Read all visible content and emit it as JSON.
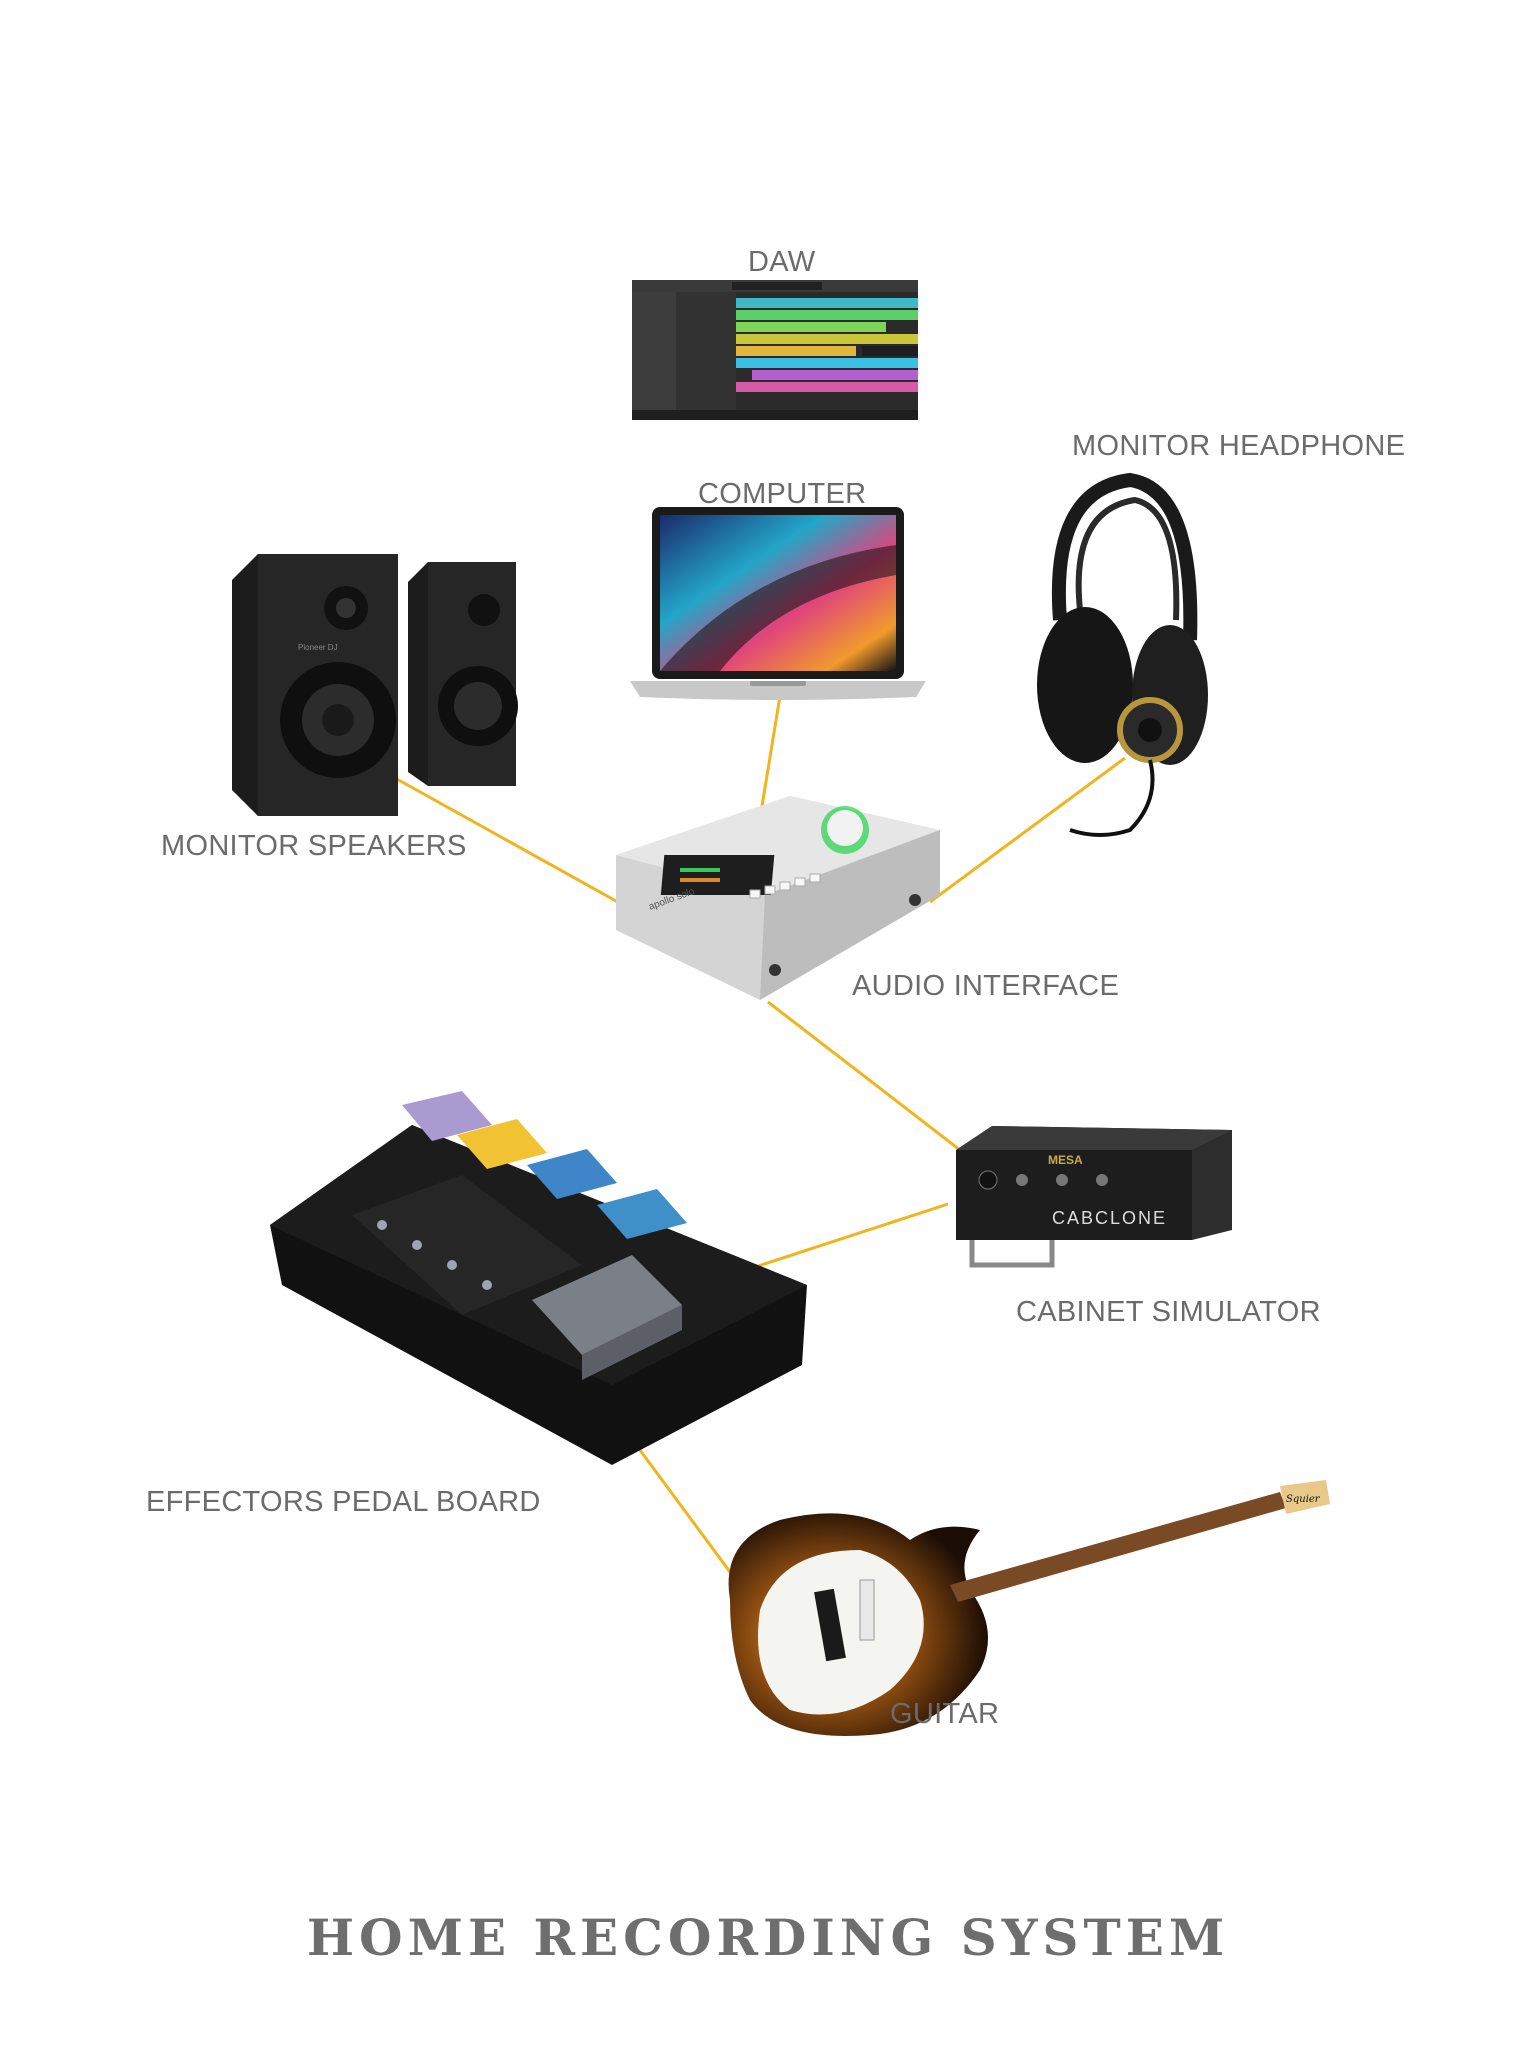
{
  "labels": {
    "daw": "DAW",
    "computer": "COMPUTER",
    "monitor_headphone": "MONITOR HEADPHONE",
    "monitor_speakers": "MONITOR SPEAKERS",
    "audio_interface": "AUDIO INTERFACE",
    "cabinet_simulator": "CABINET SIMULATOR",
    "effectors_pedal_board": "EFFECTORS PEDAL BOARD",
    "guitar": "GUITAR"
  },
  "title": "HOME RECORDING SYSTEM",
  "device_text": {
    "interface_brand": "apollo solo",
    "cab_brand": "MESA",
    "cab_model": "CABCLONE",
    "guitar_brand": "Squier",
    "speaker_brand": "Pioneer DJ"
  },
  "colors": {
    "wire": "#f0b41e",
    "label": "#6b6b6b",
    "title": "#6e6e6e"
  }
}
